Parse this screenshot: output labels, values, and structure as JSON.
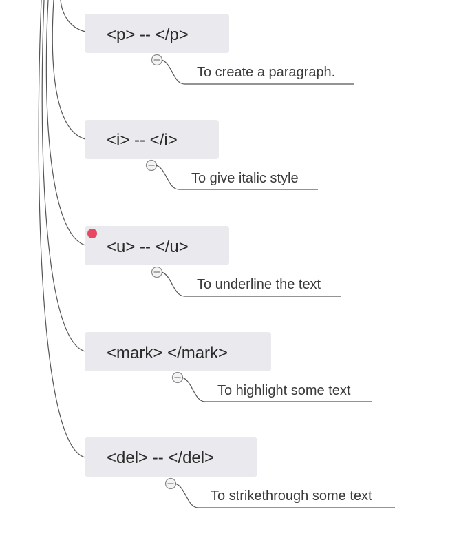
{
  "nodes": [
    {
      "tag": "<p> -- </p>",
      "description": "To create a paragraph."
    },
    {
      "tag": "<i> -- </i>",
      "description": "To give italic style"
    },
    {
      "tag": "<u> -- </u>",
      "description": "To underline the text"
    },
    {
      "tag": "<mark> </mark>",
      "description": "To highlight some text"
    },
    {
      "tag": "<del> -- </del>",
      "description": "To strikethrough some text"
    }
  ],
  "colors": {
    "node_background": "#eaeaee",
    "line": "#555555",
    "cursor_highlight": "#e8294a"
  },
  "icons": {
    "collapse": "collapse-minus-icon",
    "cursor": "cursor-highlight-dot"
  }
}
